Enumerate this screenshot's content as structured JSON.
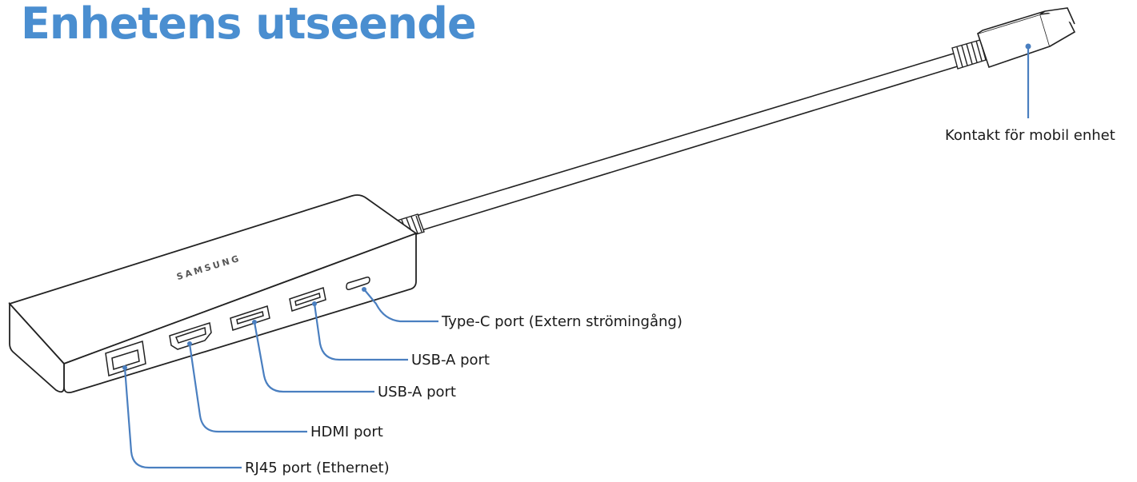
{
  "title": "Enhetens utseende",
  "device": {
    "brand_mark": "SAMSUNG"
  },
  "labels": {
    "connector": "Kontakt för mobil enhet",
    "typec": "Type-C port (Extern strömingång)",
    "usba_1": "USB-A port",
    "usba_2": "USB-A port",
    "hdmi": "HDMI port",
    "rj45": "RJ45 port (Ethernet)"
  },
  "colors": {
    "title": "#4a8ed0",
    "leader_line": "#4a7fc0",
    "outline": "#222222"
  }
}
